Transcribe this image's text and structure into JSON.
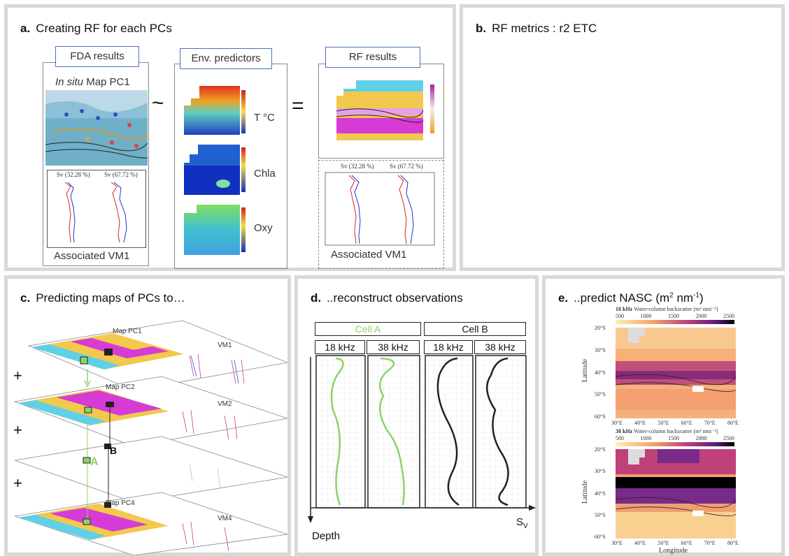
{
  "panels": {
    "a": {
      "letter": "a.",
      "title": "Creating RF for each PCs",
      "fda_label": "FDA results",
      "env_label": "Env. predictors",
      "rf_label": "RF results",
      "insitu_italic": "In situ",
      "insitu_rest": " Map PC1",
      "tilde": "~",
      "equals": "=",
      "assoc1": "Associated VM1",
      "assoc2": "Associated VM1",
      "sv_left": "Sv (32.28 %)",
      "sv_right": "Sv (67.72 %)",
      "predictors": [
        "T °C",
        "Chla",
        "Oxy"
      ]
    },
    "b": {
      "letter": "b.",
      "title": "RF metrics : r2 ETC"
    },
    "c": {
      "letter": "c.",
      "title": "Predicting maps of PCs to…",
      "map_labels": [
        "Map PC1",
        "Map PC2",
        "Map PC4"
      ],
      "vm_labels": [
        "VM1",
        "VM2",
        "VM4"
      ],
      "plus": "+",
      "point_a": "A",
      "point_b": "B"
    },
    "d": {
      "letter": "d.",
      "title": "..reconstruct observations",
      "cell_a": "Cell A",
      "cell_b": "Cell B",
      "freq_18": "18 kHz",
      "freq_38": "38 kHz",
      "depth": "Depth",
      "sv": "S",
      "sv_sub": "V"
    },
    "e": {
      "letter": "e.",
      "title_main": "..predict NASC (m",
      "title_sup1": "2",
      "title_mid": " nm",
      "title_sup2": "-1",
      "title_end": ")",
      "map1_title_bold": "18 kHz",
      "map2_title_bold": "38 kHz",
      "map_title_rest": " Water-column backscatter (m² nmi⁻²)",
      "legend_ticks": [
        "500",
        "1000",
        "1500",
        "2000",
        "2500"
      ],
      "lat_ticks": [
        "20°S",
        "30°S",
        "40°S",
        "50°S",
        "60°S"
      ],
      "lon_ticks": [
        "30°E",
        "40°E",
        "50°E",
        "60°E",
        "70°E",
        "80°E"
      ],
      "ylabel": "Latitude",
      "xlabel": "Longitude"
    }
  },
  "colors": {
    "panel_border": "#d9d9d9",
    "box_border": "#4a72c0",
    "cell_a": "#8cd26a",
    "curve_dark": "#222222",
    "map_yellow": "#f2c94c",
    "map_magenta": "#d63bd6",
    "map_cyan": "#5fd0e8"
  }
}
